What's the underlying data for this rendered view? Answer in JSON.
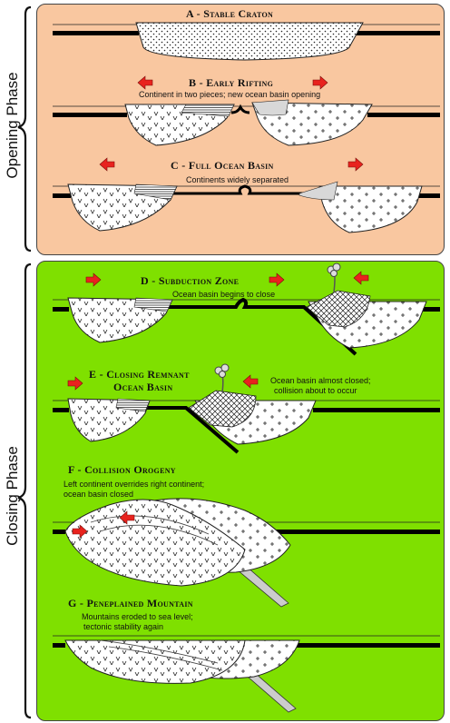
{
  "phases": {
    "opening": "Opening Phase",
    "closing": "Closing Phase"
  },
  "stages": {
    "a": {
      "title": "A - Stable Craton"
    },
    "b": {
      "title": "B - Early Rifting",
      "caption": "Continent in two pieces; new ocean basin opening"
    },
    "c": {
      "title": "C - Full Ocean Basin",
      "caption": "Continents widely separated"
    },
    "d": {
      "title": "D - Subduction Zone",
      "caption": "Ocean basin begins to close"
    },
    "e": {
      "title_line1": "E - Closing Remnant",
      "title_line2": "Ocean Basin",
      "caption_line1": "Ocean basin almost closed;",
      "caption_line2": "collision about to occur"
    },
    "f": {
      "title": "F - Collision Orogeny",
      "caption_line1": "Left continent overrides right continent;",
      "caption_line2": "ocean basin closed"
    },
    "g": {
      "title": "G - Peneplained Mountain",
      "caption_line1": "Mountains eroded to sea level;",
      "caption_line2": "tectonic stability again"
    }
  },
  "colors": {
    "opening_bg": "#f9c7a0",
    "closing_bg": "#7fe000",
    "arrow": "#e8231e",
    "crust": "#000000",
    "crust_fill": "#ffffff"
  }
}
